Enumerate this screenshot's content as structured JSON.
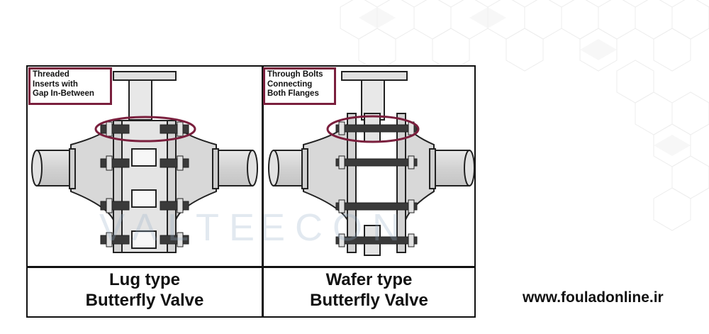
{
  "panels": [
    {
      "callout_lines": [
        "Threaded",
        "Inserts with",
        "Gap In-Between"
      ],
      "caption_lines": [
        "Lug type",
        "Butterfly Valve"
      ]
    },
    {
      "callout_lines": [
        "Through Bolts",
        "Connecting",
        "Both Flanges"
      ],
      "caption_lines": [
        "Wafer type",
        "Butterfly Valve"
      ]
    }
  ],
  "watermark": {
    "left_text": "VALTE",
    "right_text": "ECON"
  },
  "site_url": "www.fouladonline.ir",
  "colors": {
    "callout_border": "#7a1f3d",
    "valve_fill": "#dcdcdc",
    "bolt_dark": "#3a3a3a",
    "outline": "#222222"
  }
}
